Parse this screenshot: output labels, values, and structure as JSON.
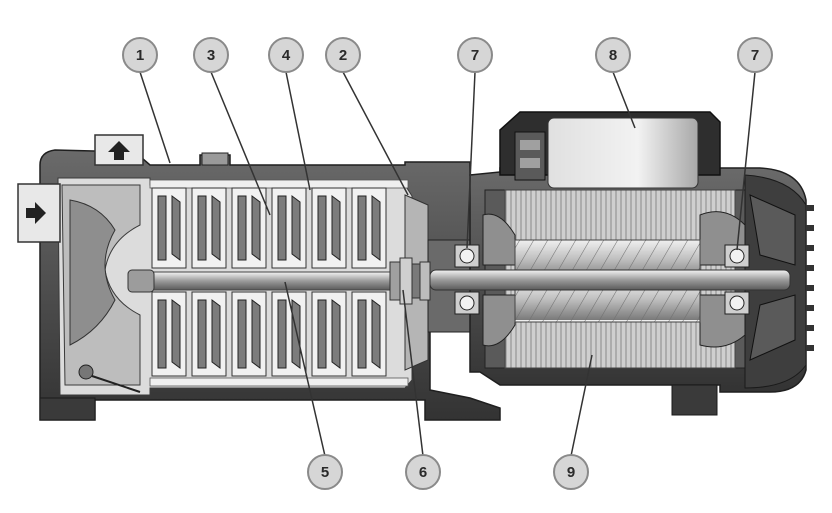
{
  "callouts": [
    {
      "id": "c1",
      "label": "1"
    },
    {
      "id": "c3",
      "label": "3"
    },
    {
      "id": "c4",
      "label": "4"
    },
    {
      "id": "c2",
      "label": "2"
    },
    {
      "id": "c7a",
      "label": "7"
    },
    {
      "id": "c8",
      "label": "8"
    },
    {
      "id": "c7b",
      "label": "7"
    },
    {
      "id": "c5",
      "label": "5"
    },
    {
      "id": "c6",
      "label": "6"
    },
    {
      "id": "c9",
      "label": "9"
    }
  ],
  "colors": {
    "casing": "#4a4a4a",
    "casing_dark": "#2b2b2b",
    "cutaway": "#d9d9d9",
    "metal_light": "#ededed",
    "callout_fill": "#d6d6d6",
    "callout_stroke": "#8a8a8a",
    "leader": "#333333"
  },
  "icons": [
    "flow-out-arrow-icon",
    "flow-in-arrow-icon"
  ]
}
